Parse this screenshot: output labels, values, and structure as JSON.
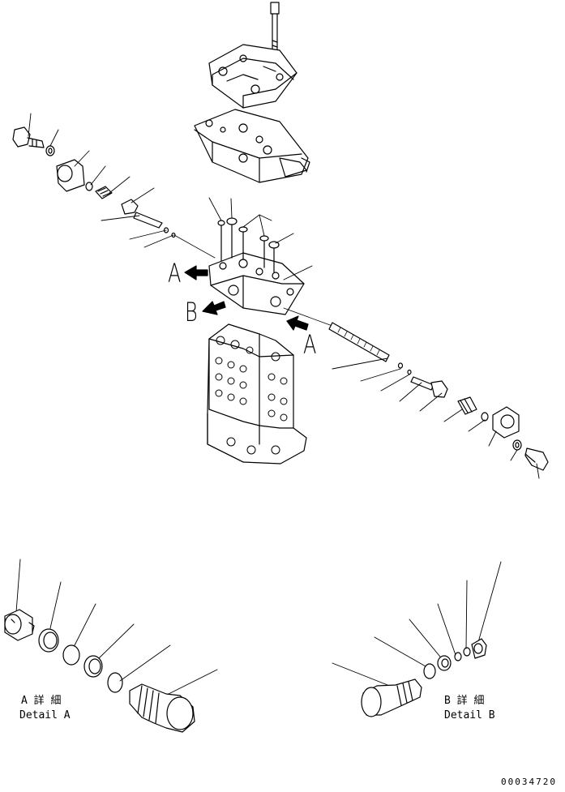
{
  "callouts": {
    "view_a_left": "A",
    "view_b_left": "B",
    "view_a_right": "A"
  },
  "detail_a": {
    "title_jp": "A 詳 細",
    "title_en": "Detail A"
  },
  "detail_b": {
    "title_jp": "B 詳 細",
    "title_en": "Detail B"
  },
  "drawing_number": "00034720"
}
